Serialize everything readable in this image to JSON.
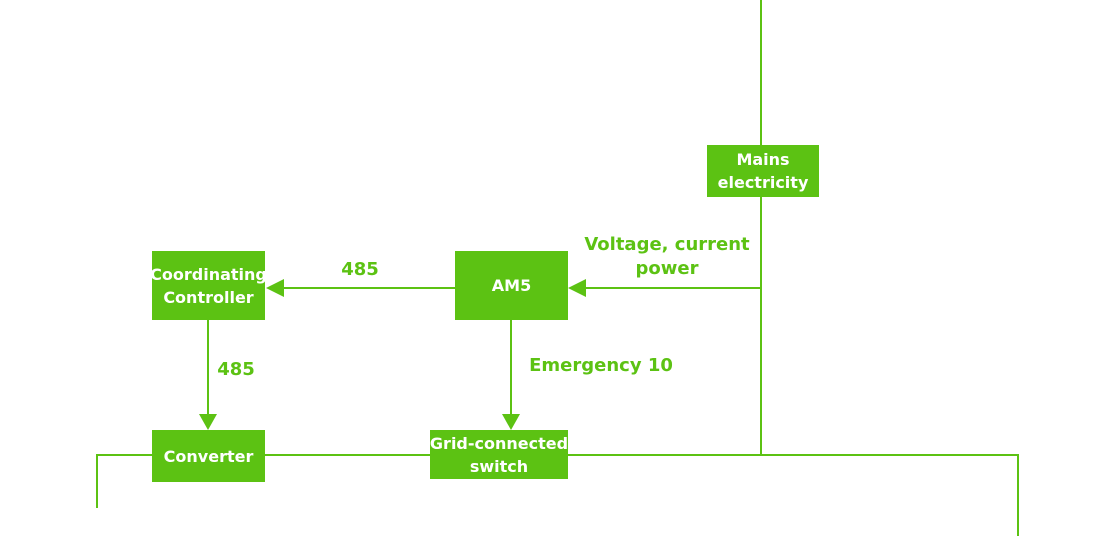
{
  "nodes": {
    "mains": [
      "Mains",
      "electricity"
    ],
    "am5": "AM5",
    "coordinating_controller": [
      "Coordinating",
      "Controller"
    ],
    "converter": "Converter",
    "grid_switch": [
      "Grid-connected",
      "switch"
    ]
  },
  "edge_labels": {
    "am5_to_controller": "485",
    "controller_to_converter": "485",
    "am5_to_switch": "Emergency 10",
    "mains_to_am5": [
      "Voltage, current",
      "power"
    ]
  },
  "colors": {
    "accent": "#5cc213",
    "box_text": "#ffffff"
  }
}
